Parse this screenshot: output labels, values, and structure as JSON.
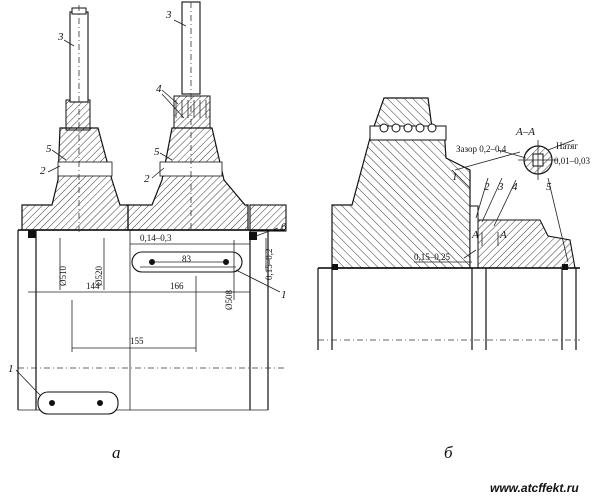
{
  "figure": {
    "panel_a": {
      "caption": "а",
      "callouts": {
        "c3a": "3",
        "c3b": "3",
        "c4": "4",
        "c5a": "5",
        "c5b": "5",
        "c2a": "2",
        "c2b": "2",
        "c6": "6",
        "c1a": "1",
        "c1b": "1"
      },
      "dims": {
        "d510": "Ø510",
        "d520": "Ø520",
        "d508": "Ø508",
        "gap": "0,14–0,3",
        "d83": "83",
        "clear": "0,15–0,2",
        "d144": "144",
        "d166": "166",
        "d155": "155"
      }
    },
    "panel_b": {
      "caption": "б",
      "section": "А–А",
      "gap_label": "Зазор 0,2–0,4",
      "interference_title": "Натяг",
      "interference_value": "0,01–0,03",
      "callouts": {
        "c1": "1",
        "c2": "2",
        "c3": "3",
        "c4": "4",
        "c5": "5"
      },
      "section_marks": {
        "a1": "А",
        "a2": "А"
      },
      "dims": {
        "clear": "0,15–0,25"
      }
    },
    "watermark": "www.atcffekt.ru"
  }
}
